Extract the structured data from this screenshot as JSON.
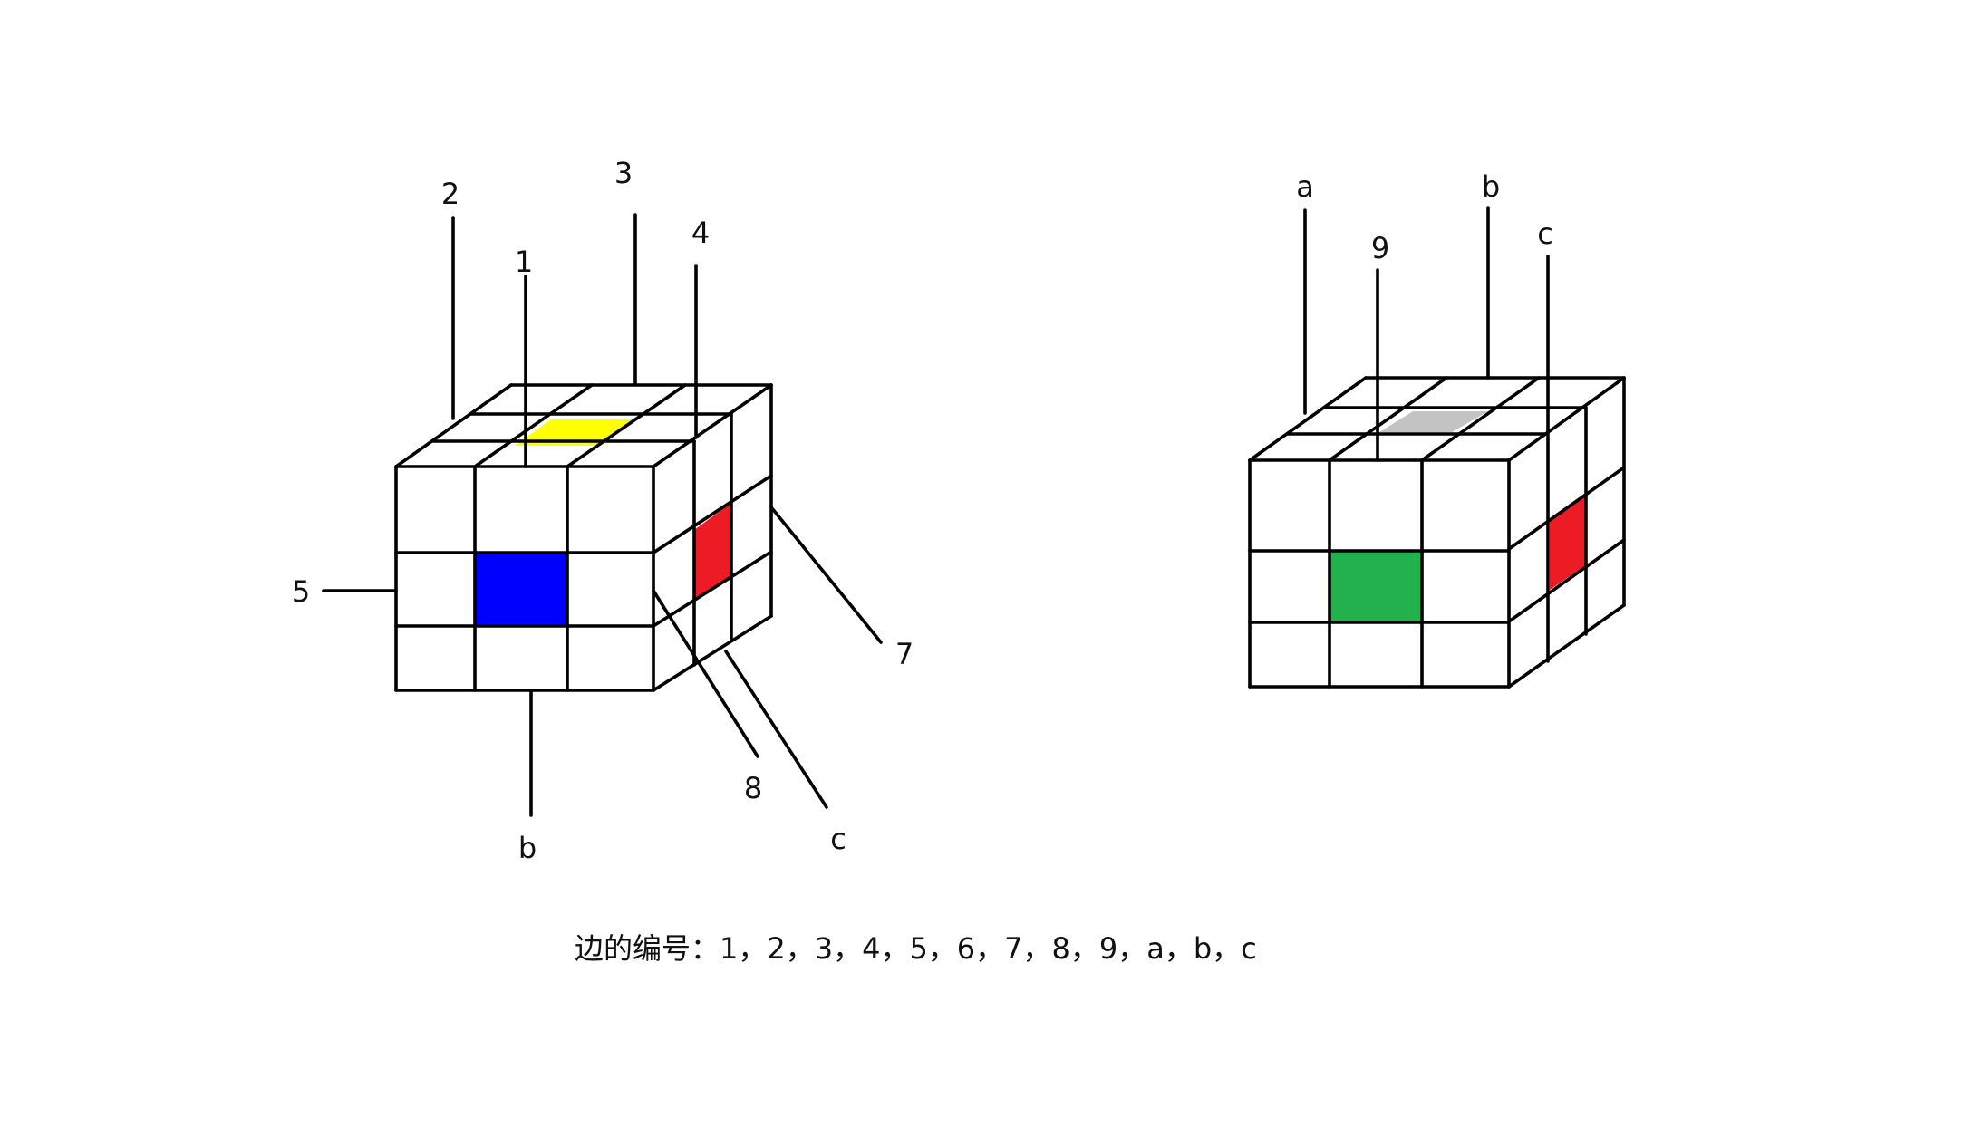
{
  "colors": {
    "line": "#000000",
    "yellow": "#ffff00",
    "blue": "#0000ff",
    "red": "#ed1c24",
    "green": "#22b14c",
    "gray": "#c3c3c3"
  },
  "left_cube": {
    "name": "front-view-cube",
    "edge_labels": {
      "e1": "1",
      "e2": "2",
      "e3": "3",
      "e4": "4",
      "e5": "5",
      "e7": "7",
      "e8": "8",
      "eb": "b",
      "ec": "c"
    },
    "highlight_colors": {
      "top_center": "yellow",
      "front_center": "blue",
      "side_center": "red"
    }
  },
  "right_cube": {
    "name": "rear-view-cube",
    "edge_labels": {
      "ea": "a",
      "e9": "9",
      "eb": "b",
      "ec": "c"
    },
    "highlight_colors": {
      "top_center": "gray",
      "front_center": "green",
      "side_center": "red"
    }
  },
  "caption": "边的编号：1，2，3，4，5，6，7，8，9，a，b，c"
}
